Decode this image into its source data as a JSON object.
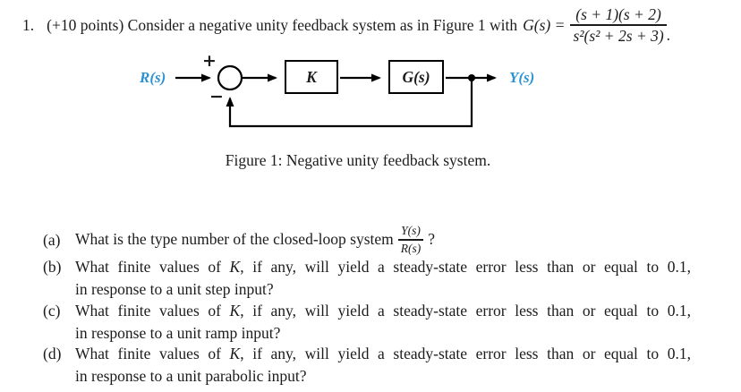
{
  "page": {
    "text_color": "#1c1c1c",
    "accent_blue": "#2c92d4",
    "line_color": "#000000"
  },
  "problem": {
    "number": "1.",
    "intro": "(+10 points) Consider a negative unity feedback system as in Figure 1 with",
    "gs_label": "G(s) =",
    "fraction": {
      "numerator": "(s + 1)(s + 2)",
      "denominator": "s²(s² + 2s + 3)"
    },
    "period": "."
  },
  "diagram": {
    "input_label": "R(s)",
    "output_label": "Y(s)",
    "plus_sign": "+",
    "minus_sign": "−",
    "block_k": "K",
    "block_g": "G(s)"
  },
  "caption": "Figure 1: Negative unity feedback system.",
  "questions": [
    {
      "label": "(a)",
      "pre": "What is the type number of the closed-loop system",
      "frac_num": "Y(s)",
      "frac_den": "R(s)",
      "post": "?"
    },
    {
      "label": "(b)",
      "line1_pre": "What finite values of ",
      "math_k": "K",
      "line1_post": ", if any, will yield a steady-state error less than or equal to 0.1,",
      "line2": "in response to a unit step input?"
    },
    {
      "label": "(c)",
      "line1_pre": "What finite values of ",
      "math_k": "K",
      "line1_post": ", if any, will yield a steady-state error less than or equal to 0.1,",
      "line2": "in response to a unit ramp input?"
    },
    {
      "label": "(d)",
      "line1_pre": "What finite values of ",
      "math_k": "K",
      "line1_post": ", if any, will yield a steady-state error less than or equal to 0.1,",
      "line2": "in response to a unit parabolic input?"
    }
  ]
}
